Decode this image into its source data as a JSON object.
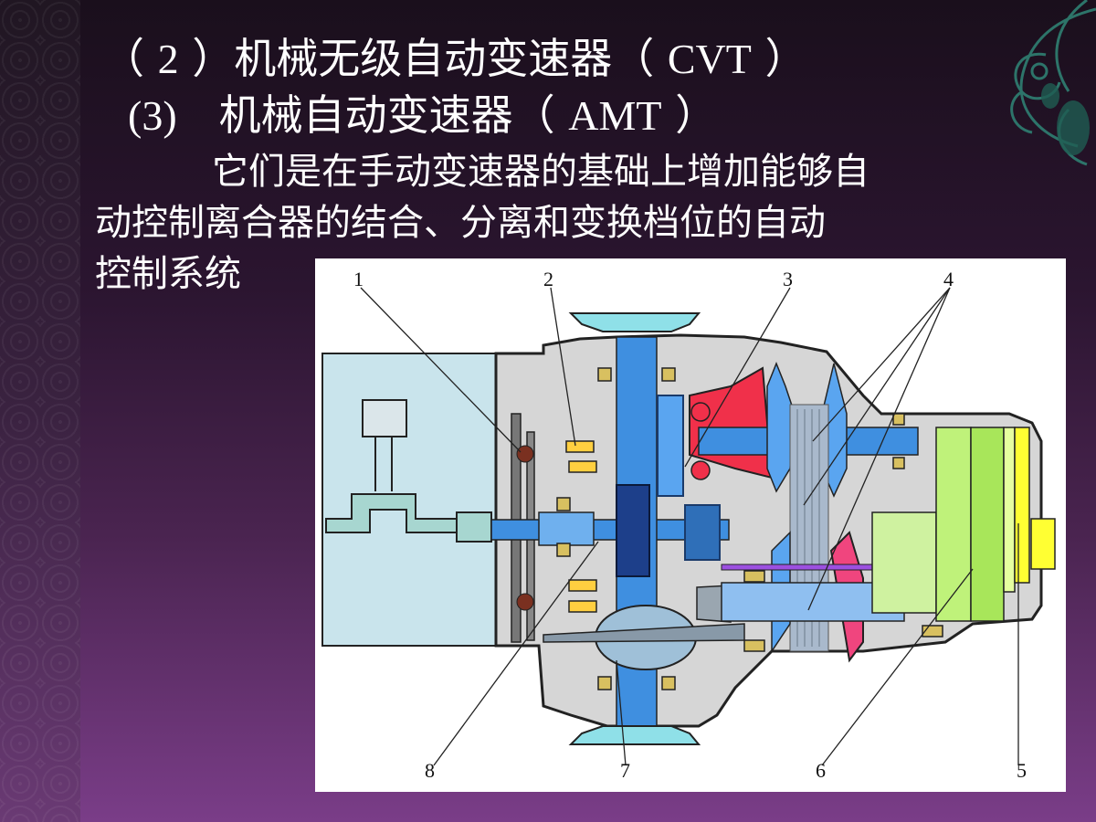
{
  "slide": {
    "line1": {
      "prefix": "（ ",
      "num": "2",
      "mid": " ）机械无级自动变速器（ ",
      "abbr": "CVT",
      "suffix": " ）"
    },
    "line2": {
      "num": "(3)",
      "mid": "　机械自动变速器（ ",
      "abbr": "AMT",
      "suffix": " ）"
    },
    "para_line1": "它们是在手动变速器的基础上增加能够自",
    "para_line2": "动控制离合器的结合、分离和变换档位的自动",
    "para_line3": "控制系统"
  },
  "figure": {
    "labels": [
      "1",
      "2",
      "3",
      "4",
      "5",
      "6",
      "7",
      "8"
    ]
  },
  "colors": {
    "text": "#ffffff",
    "housing": "#d6d6d6",
    "shaft": "#3f8fe0",
    "engine": "#c9e4ec",
    "red_part": "#f0304a",
    "yellow_part": "#ffff33",
    "green_part": "#bff27a"
  }
}
